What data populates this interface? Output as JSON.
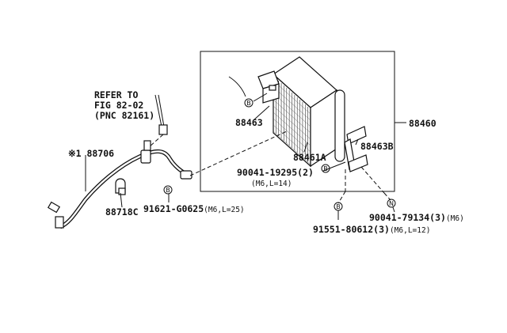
{
  "labels": {
    "refer_line1": "REFER TO",
    "refer_line2": "FIG 82-02",
    "refer_line3": "(PNC 82161)",
    "p88706": "※1 88706",
    "p88718c": "88718C",
    "p88463": "88463",
    "p88461a": "88461A",
    "p88463b": "88463B",
    "p88460": "88460",
    "bolt1_code": "90041-19295(2)",
    "bolt1_spec": "(M6,L=14)",
    "bolt2_code": "91621-G0625",
    "bolt2_spec": "(M6,L=25)",
    "bolt3_code": "91551-80612(3)",
    "bolt3_spec": "(M6,L=12)",
    "nut_code": "90041-79134(3)",
    "nut_spec": "(M6)"
  },
  "markers": {
    "b": "B",
    "n": "N"
  }
}
